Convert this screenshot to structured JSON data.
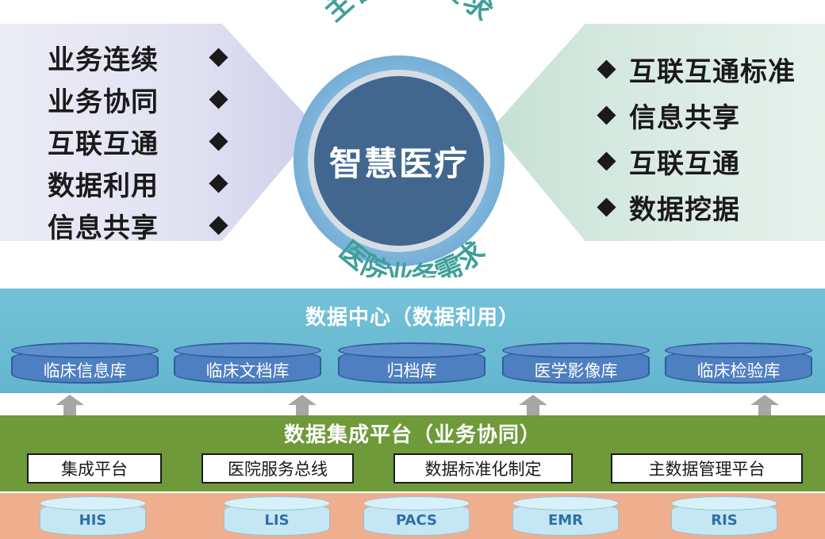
{
  "top": {
    "left_items": [
      "业务连续",
      "业务协同",
      "互联互通",
      "数据利用",
      "信息共享"
    ],
    "right_items": [
      "互联互通标准",
      "信息共享",
      "互联互通",
      "数据挖据"
    ],
    "arc_top": "主管部门要求",
    "arc_bottom": "医院业务需求",
    "core": "智慧医疗"
  },
  "data_center": {
    "title": "数据中心（数据利用）",
    "databases": [
      "临床信息库",
      "临床文档库",
      "归档库",
      "医学影像库",
      "临床检验库"
    ]
  },
  "integration": {
    "title": "数据集成平台（业务协同）",
    "boxes": [
      "集成平台",
      "医院服务总线",
      "数据标准化制定",
      "主数据管理平台"
    ]
  },
  "sources": [
    "HIS",
    "LIS",
    "PACS",
    "EMR",
    "RIS"
  ],
  "colors": {
    "core": "#41678f",
    "ring": "#6aa7d3",
    "arc_text": "#3f9f9a",
    "data_center": "#6bbcd4",
    "db": "#4e7fc0",
    "integration": "#6e9a3a",
    "sources": "#efae8e"
  }
}
